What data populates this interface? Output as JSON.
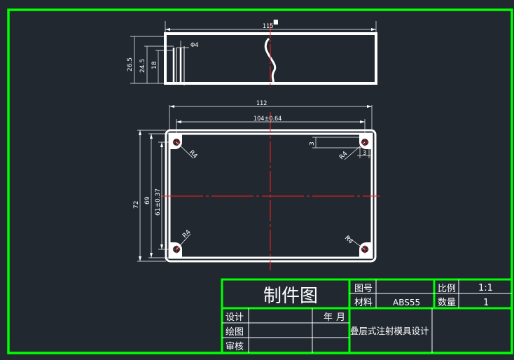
{
  "top_view": {
    "width_dim": "115",
    "diameter_dim": "Φ4",
    "height_dim_outer": "26.5",
    "height_dim_mid": "24.5",
    "height_dim_inner": "18"
  },
  "front_view": {
    "outer_width_dim": "112",
    "hole_pitch_dim": "104±0.64",
    "outer_height_dim": "72",
    "inner_height_dim": "69",
    "hole_pitch_v_dim": "61±0.37",
    "corner_radius_labels": [
      "R4",
      "R4",
      "R4",
      "R4"
    ],
    "offset_dim_h": "3",
    "offset_dim_v": "3"
  },
  "title_block": {
    "title": "制件图",
    "drawing_no_label": "图号",
    "material_label": "材料",
    "material_value": "ABS55",
    "scale_label": "比例",
    "scale_value": "1:1",
    "quantity_label": "数量",
    "quantity_value": "1",
    "design_label": "设计",
    "draw_label": "绘图",
    "review_label": "审核",
    "year_label": "年",
    "month_label": "月",
    "project_name": "叠层式注射模具设计"
  },
  "colors": {
    "background": "#212830",
    "frame": "#00ff00",
    "geometry": "#ffffff",
    "center_line": "#ff2020"
  }
}
